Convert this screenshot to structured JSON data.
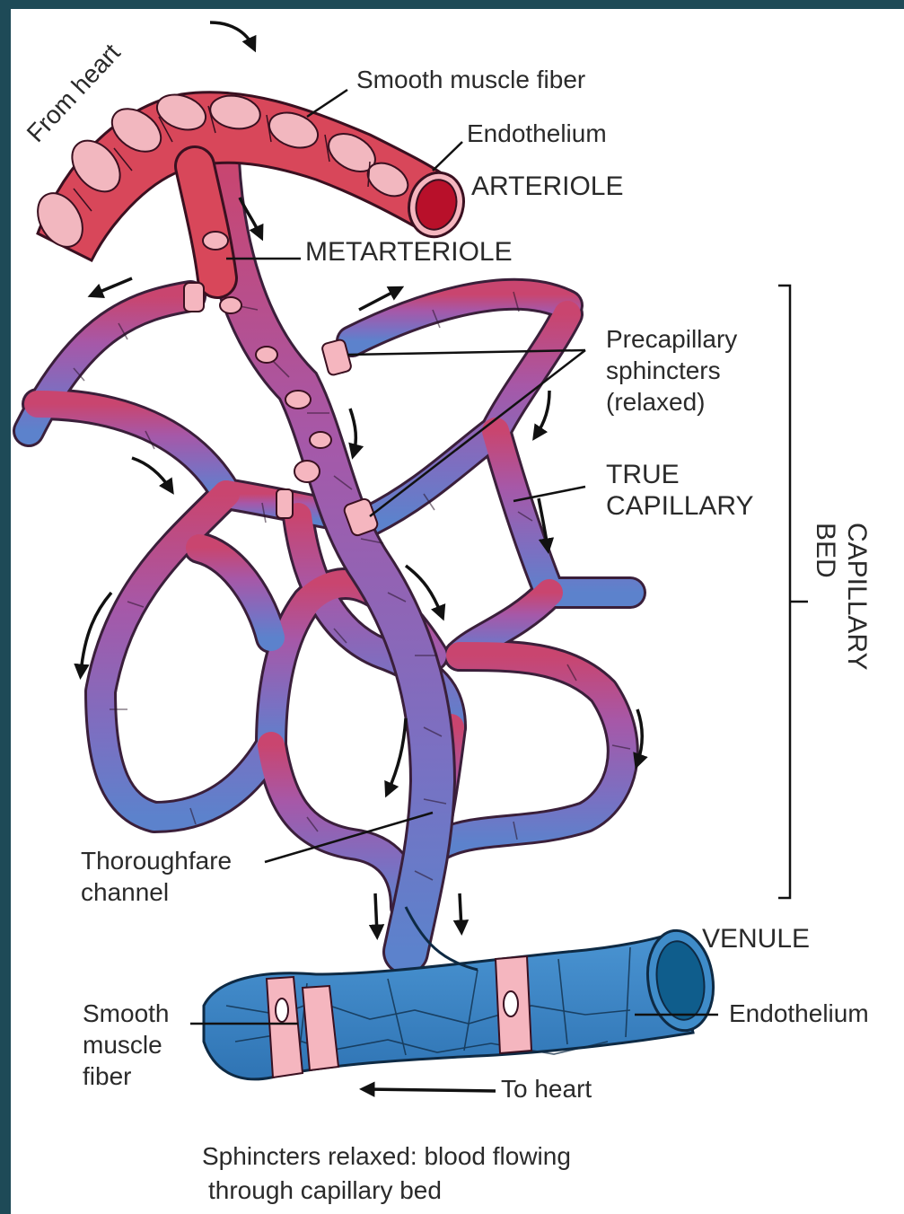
{
  "diagram": {
    "colors": {
      "arteriole": "#d8475a",
      "arteriole_dark": "#b01e30",
      "capillary_top": "#c2457a",
      "capillary_mid": "#9a5fb0",
      "capillary_bottom": "#6a78c8",
      "venule": "#3d86c6",
      "sphincter": "#f5b6bf",
      "border": "#1e4a57"
    },
    "labels": {
      "from_heart": "From heart",
      "smooth_muscle_fiber_top": "Smooth muscle fiber",
      "endothelium_top": "Endothelium",
      "arteriole": "ARTERIOLE",
      "metarteriole": "METARTERIOLE",
      "precapillary_1": "Precapillary",
      "precapillary_2": "sphincters",
      "precapillary_3": "(relaxed)",
      "true_capillary_1": "TRUE",
      "true_capillary_2": "CAPILLARY",
      "capillary_bed_1": "CAPILLARY",
      "capillary_bed_2": "BED",
      "thoroughfare_1": "Thoroughfare",
      "thoroughfare_2": "channel",
      "venule": "VENULE",
      "endothelium_bottom": "Endothelium",
      "smooth_1": "Smooth",
      "smooth_2": "muscle",
      "smooth_3": "fiber",
      "to_heart": "To heart",
      "caption_1": "Sphincters relaxed: blood flowing",
      "caption_2": "through capillary bed"
    },
    "icons": [
      "flow-arrow-icon"
    ]
  }
}
